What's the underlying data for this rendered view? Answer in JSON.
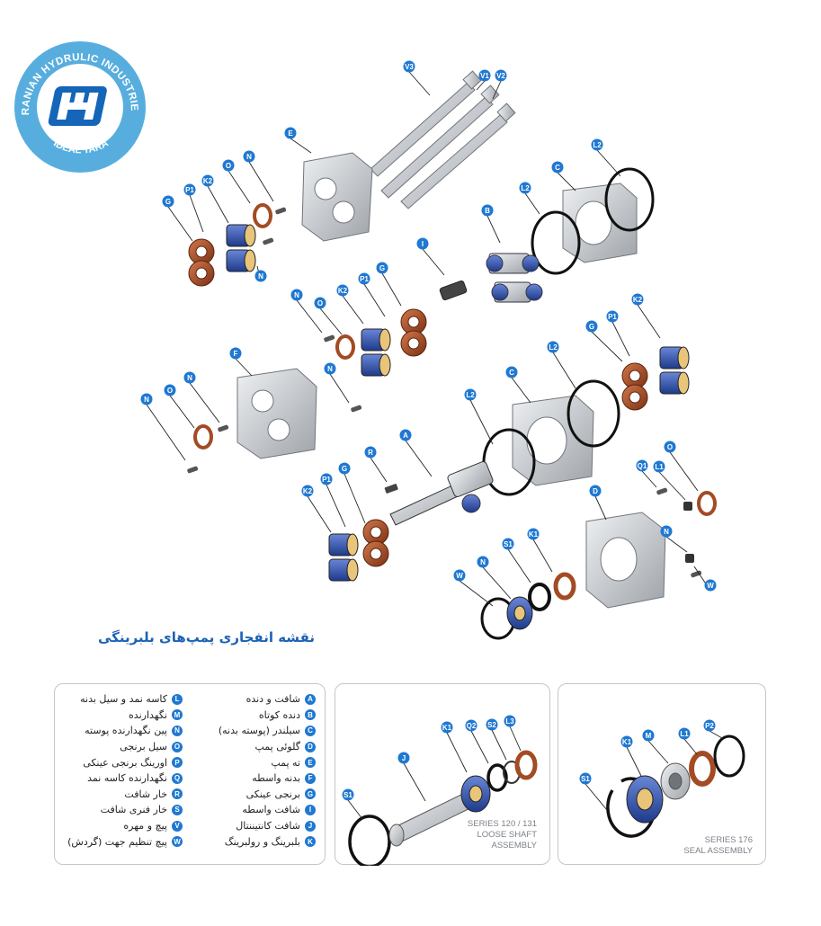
{
  "logo": {
    "ring_text_top": "IRANIAN HYDRULIC INDUSTRIES",
    "ring_text_bottom": "IDEAL TARA",
    "ring_color": "#57aede",
    "emblem_color": "#1565b8"
  },
  "title": "نقشه انفجاری پمپ‌های بلبرینگی",
  "colors": {
    "callout": "#1f78d1",
    "title": "#1d62b5",
    "bearing_blue": "#2e4fa8",
    "seal_copper": "#b0532a",
    "steel_gray": "#c9cdd2"
  },
  "callouts": [
    "V3",
    "V1",
    "V2",
    "E",
    "L2",
    "C",
    "B",
    "L2",
    "I",
    "G",
    "P1",
    "K2",
    "O",
    "N",
    "N",
    "N",
    "O",
    "K2",
    "P1",
    "G",
    "N",
    "F",
    "L2",
    "C",
    "G",
    "P1",
    "K2",
    "N",
    "O",
    "N",
    "L2",
    "A",
    "R",
    "G",
    "P1",
    "K2",
    "D",
    "N",
    "W",
    "O",
    "L1",
    "Q1",
    "K1",
    "S1",
    "N",
    "W"
  ],
  "legend": {
    "col_right": [
      {
        "letter": "A",
        "text": "شافت و دنده"
      },
      {
        "letter": "B",
        "text": "دنده کوتاه"
      },
      {
        "letter": "C",
        "text": "سیلندر (پوسته بدنه)"
      },
      {
        "letter": "D",
        "text": "گلوئی پمپ"
      },
      {
        "letter": "E",
        "text": "ته پمپ"
      },
      {
        "letter": "F",
        "text": "بدنه واسطه"
      },
      {
        "letter": "G",
        "text": "برنجی عینکی"
      },
      {
        "letter": "I",
        "text": "شافت واسطه"
      },
      {
        "letter": "J",
        "text": "شافت کانتیننتال"
      },
      {
        "letter": "K",
        "text": "بلبرینگ و رولبرینگ"
      }
    ],
    "col_left": [
      {
        "letter": "L",
        "text": "کاسه نمد و سیل بدنه"
      },
      {
        "letter": "M",
        "text": "نگهدارنده"
      },
      {
        "letter": "N",
        "text": "پین نگهدارنده پوسته"
      },
      {
        "letter": "O",
        "text": "سیل برنجی"
      },
      {
        "letter": "P",
        "text": "اورینگ برنجی عینکی"
      },
      {
        "letter": "Q",
        "text": "نگهدارنده کاسه نمد"
      },
      {
        "letter": "R",
        "text": "خار شافت"
      },
      {
        "letter": "S",
        "text": "خار فنری شافت"
      },
      {
        "letter": "V",
        "text": "پیچ و مهره"
      },
      {
        "letter": "W",
        "text": "پیچ تنظیم جهت (گردش)"
      }
    ]
  },
  "loose_shaft": {
    "callouts": [
      "J",
      "K1",
      "Q2",
      "S2",
      "L3",
      "S1"
    ],
    "caption_lines": [
      "SERIES 120 / 131",
      "LOOSE SHAFT",
      "ASSEMBLY"
    ]
  },
  "seal_assembly": {
    "callouts": [
      "S1",
      "K1",
      "M",
      "L1",
      "P2"
    ],
    "caption_lines": [
      "SERIES 176",
      "SEAL ASSEMBLY"
    ]
  }
}
